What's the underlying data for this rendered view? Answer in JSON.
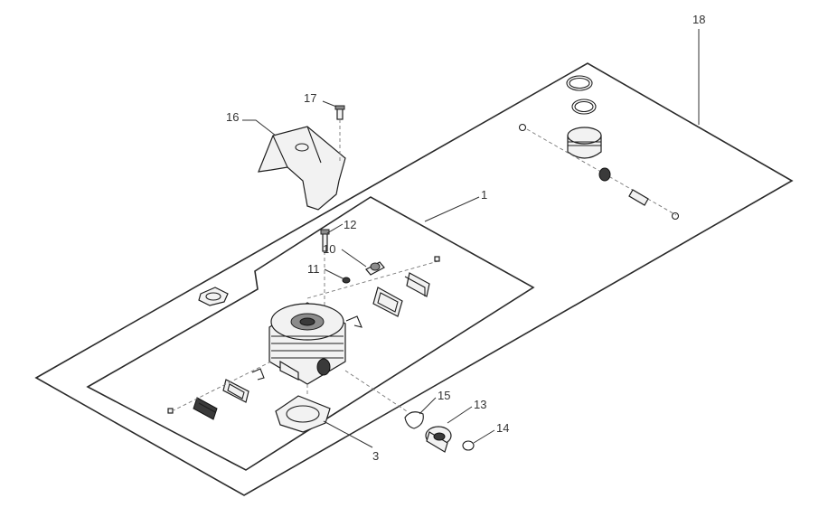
{
  "labels": {
    "l1": "1",
    "l3": "3",
    "l10": "10",
    "l11": "11",
    "l12": "12",
    "l13": "13",
    "l14": "14",
    "l15": "15",
    "l16": "16",
    "l17": "17",
    "l18": "18"
  },
  "colors": {
    "stroke": "#1e1e1e",
    "fill": "#f2f2f2",
    "dark": "#3a3a3a"
  }
}
